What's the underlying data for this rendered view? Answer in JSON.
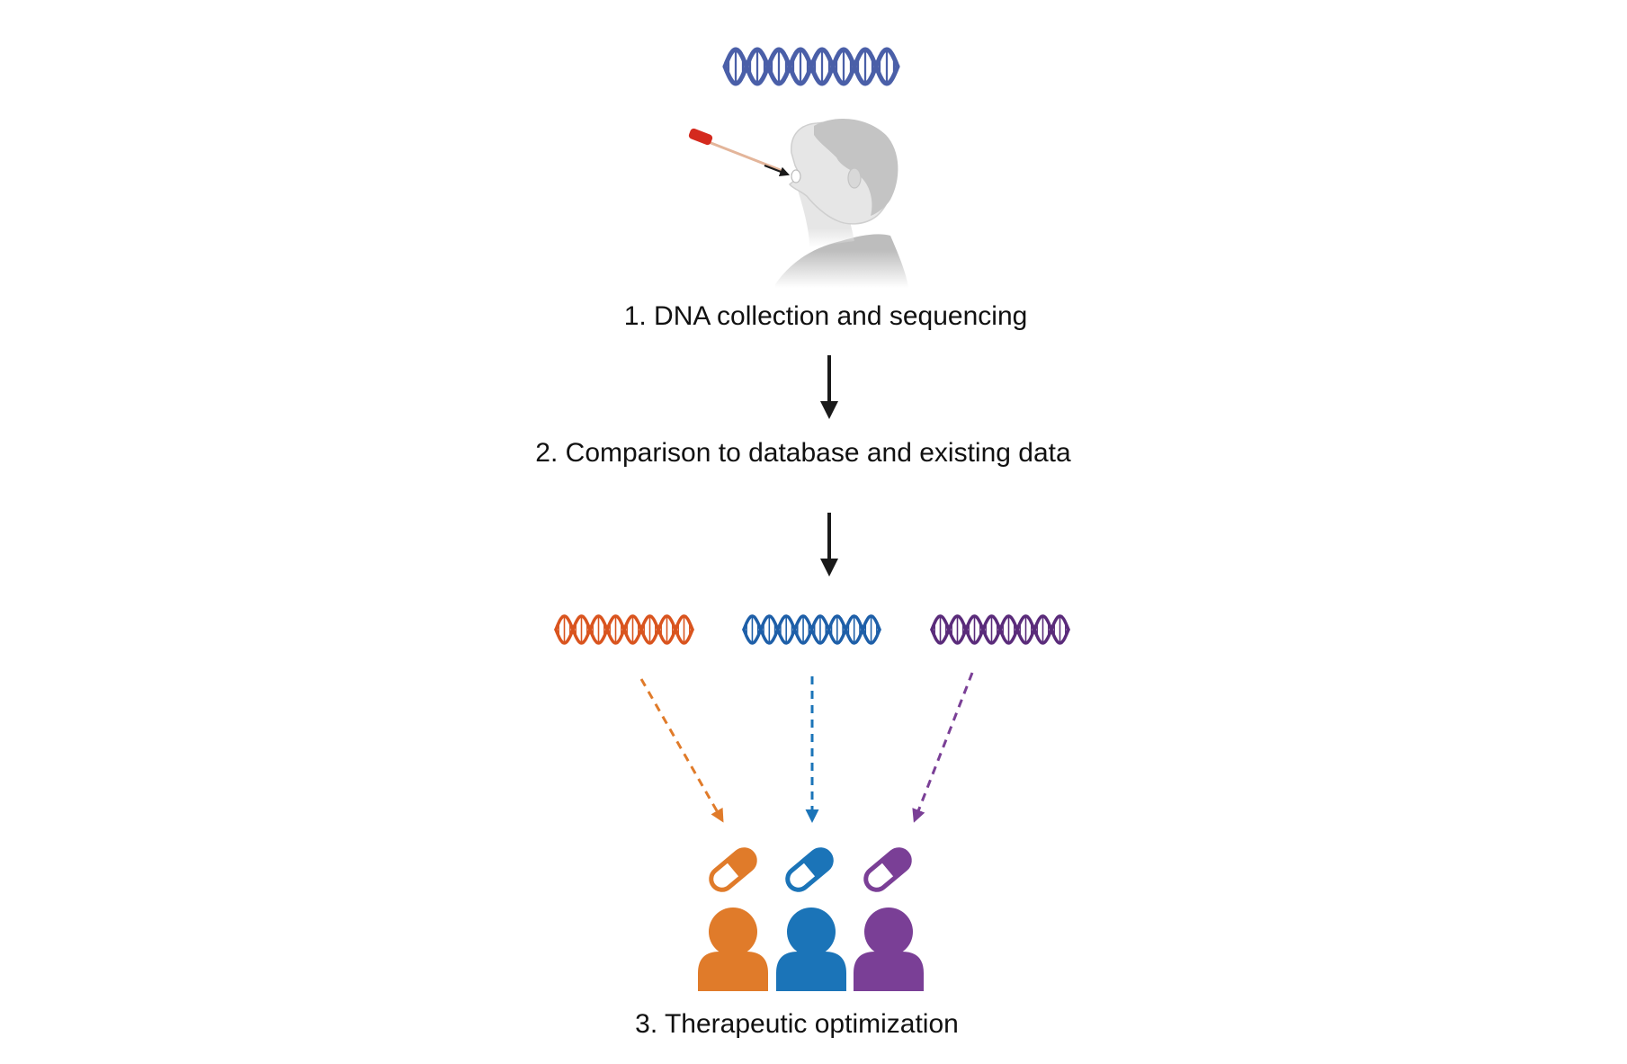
{
  "steps": [
    {
      "label": "1.  DNA collection and sequencing"
    },
    {
      "label": "2. Comparison to database and existing data"
    },
    {
      "label": "3. Therapeutic optimization"
    }
  ],
  "icons": {
    "top_dna": "dna-icon",
    "person": "person-swab-icon",
    "swab": "cotton-swab-icon",
    "variant_dna": "dna-icon",
    "pill": "capsule-icon",
    "patient": "person-icon"
  },
  "colors": {
    "top_dna": "#4a5fa8",
    "arrow": "#1a1a1a",
    "variants": [
      "#e07b2a",
      "#1b74b8",
      "#7a3f96"
    ],
    "variants_dna": [
      "#d9541e",
      "#1e5fa8",
      "#5a2b7a"
    ],
    "person_skin": "#e6e6e6",
    "person_hair": "#c4c4c4",
    "swab_cap": "#d42a1e"
  }
}
